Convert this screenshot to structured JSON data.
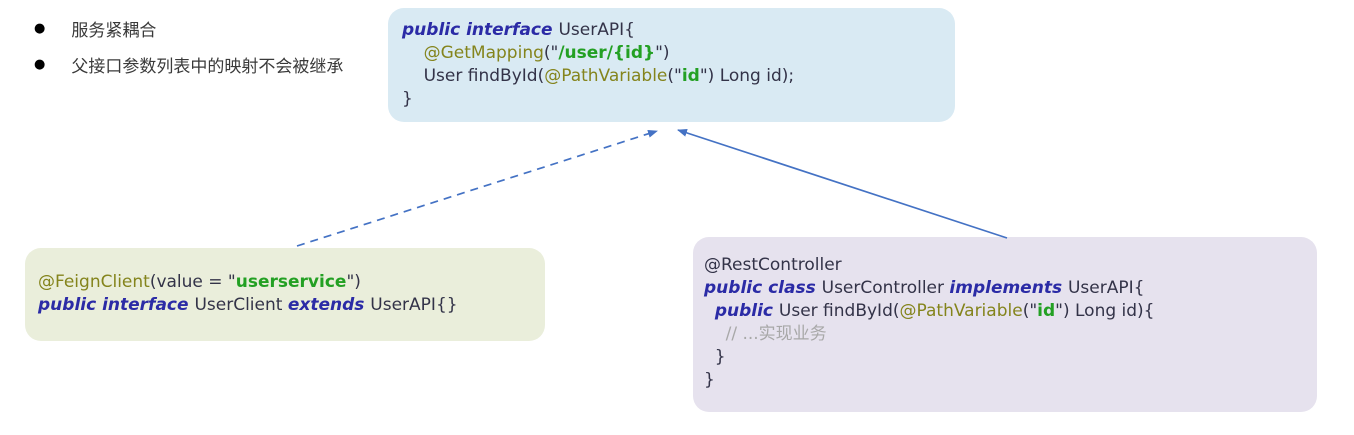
{
  "bullets": [
    "服务紧耦合",
    "父接口参数列表中的映射不会被继承"
  ],
  "colors": {
    "keyword": "#2b2ba6",
    "annotation": "#84841c",
    "string": "#23a023",
    "plain": "#333348",
    "comment": "#a8a8a8",
    "bullet_text": "#3a3a3a",
    "arrow": "#4472c4",
    "box_api_bg": "#d9eaf3",
    "box_client_bg": "#eaeedb",
    "box_controller_bg": "#e6e2ee"
  },
  "boxes": {
    "user_api": {
      "title": "UserAPI parent interface",
      "lines": [
        [
          {
            "t": "public interface ",
            "s": "keyword"
          },
          {
            "t": "UserAPI{",
            "s": "plain"
          }
        ],
        [
          {
            "t": "    ",
            "s": "plain"
          },
          {
            "t": "@GetMapping",
            "s": "annotation"
          },
          {
            "t": "(\"",
            "s": "plain"
          },
          {
            "t": "/user/{id}",
            "s": "string"
          },
          {
            "t": "\")",
            "s": "plain"
          }
        ],
        [
          {
            "t": "    User findById(",
            "s": "plain"
          },
          {
            "t": "@PathVariable",
            "s": "annotation"
          },
          {
            "t": "(\"",
            "s": "plain"
          },
          {
            "t": "id",
            "s": "string"
          },
          {
            "t": "\") Long id);",
            "s": "plain"
          }
        ],
        [
          {
            "t": "}",
            "s": "plain"
          }
        ]
      ]
    },
    "user_client": {
      "title": "Feign client extending UserAPI",
      "lines": [
        [
          {
            "t": "@FeignClient",
            "s": "annotation"
          },
          {
            "t": "(value = \"",
            "s": "plain"
          },
          {
            "t": "userservice",
            "s": "string"
          },
          {
            "t": "\")",
            "s": "plain"
          }
        ],
        [
          {
            "t": "public interface ",
            "s": "keyword"
          },
          {
            "t": "UserClient ",
            "s": "plain"
          },
          {
            "t": "extends ",
            "s": "keyword"
          },
          {
            "t": "UserAPI{}",
            "s": "plain"
          }
        ]
      ]
    },
    "user_controller": {
      "title": "Controller implementing UserAPI",
      "lines": [
        [
          {
            "t": "@RestController",
            "s": "plain"
          }
        ],
        [
          {
            "t": "public class ",
            "s": "keyword"
          },
          {
            "t": "UserController ",
            "s": "plain"
          },
          {
            "t": "implements ",
            "s": "keyword"
          },
          {
            "t": "UserAPI{",
            "s": "plain"
          }
        ],
        [
          {
            "t": "  ",
            "s": "plain"
          },
          {
            "t": "public ",
            "s": "keyword"
          },
          {
            "t": "User findById(",
            "s": "plain"
          },
          {
            "t": "@PathVariable",
            "s": "annotation"
          },
          {
            "t": "(\"",
            "s": "plain"
          },
          {
            "t": "id",
            "s": "string"
          },
          {
            "t": "\") Long id){",
            "s": "plain"
          }
        ],
        [
          {
            "t": "    // ...实现业务",
            "s": "comment"
          }
        ],
        [
          {
            "t": "  }",
            "s": "plain"
          }
        ],
        [
          {
            "t": "}",
            "s": "plain"
          }
        ]
      ]
    }
  },
  "arrows": [
    {
      "name": "userclient-extends-userapi",
      "style": "dashed"
    },
    {
      "name": "usercontroller-implements-userapi",
      "style": "solid"
    }
  ]
}
